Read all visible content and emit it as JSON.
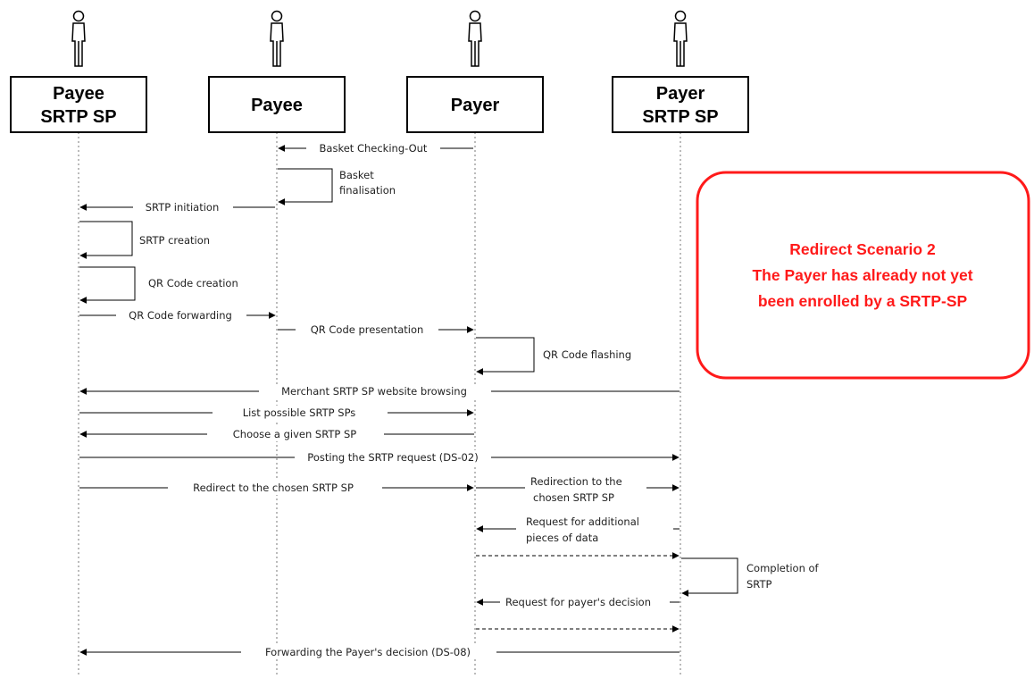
{
  "actors": [
    {
      "lines": [
        "Payee",
        "SRTP SP"
      ]
    },
    {
      "lines": [
        "Payee"
      ]
    },
    {
      "lines": [
        "Payer"
      ]
    },
    {
      "lines": [
        "Payer",
        "SRTP SP"
      ]
    }
  ],
  "messages": [
    {
      "label": "Basket Checking-Out"
    },
    {
      "label": [
        "Basket",
        "finalisation"
      ]
    },
    {
      "label": "SRTP initiation"
    },
    {
      "label": "SRTP creation"
    },
    {
      "label": "QR Code creation"
    },
    {
      "label": "QR Code forwarding"
    },
    {
      "label": "QR Code presentation"
    },
    {
      "label": "QR Code flashing"
    },
    {
      "label": "Merchant SRTP SP website browsing"
    },
    {
      "label": "List possible SRTP SPs"
    },
    {
      "label": "Choose a given SRTP SP"
    },
    {
      "label": "Posting the SRTP request  (DS-02)"
    },
    {
      "label": "Redirect to the chosen SRTP SP"
    },
    {
      "label": [
        "Redirection to the",
        "chosen SRTP SP"
      ]
    },
    {
      "label": [
        "Request for additional",
        "pieces of data"
      ]
    },
    {
      "label": [
        "Completion of",
        "SRTP"
      ]
    },
    {
      "label": "Request for payer's decision"
    },
    {
      "label": "Forwarding the Payer's decision (DS-08)"
    }
  ],
  "callout": {
    "lines": [
      "Redirect Scenario 2",
      "The Payer has already not yet",
      "been enrolled by a SRTP-SP"
    ],
    "color": "#ff1a1a"
  },
  "colors": {
    "line": "#000000",
    "text": "#1f1f1f",
    "callout": "#ff1a1a"
  }
}
